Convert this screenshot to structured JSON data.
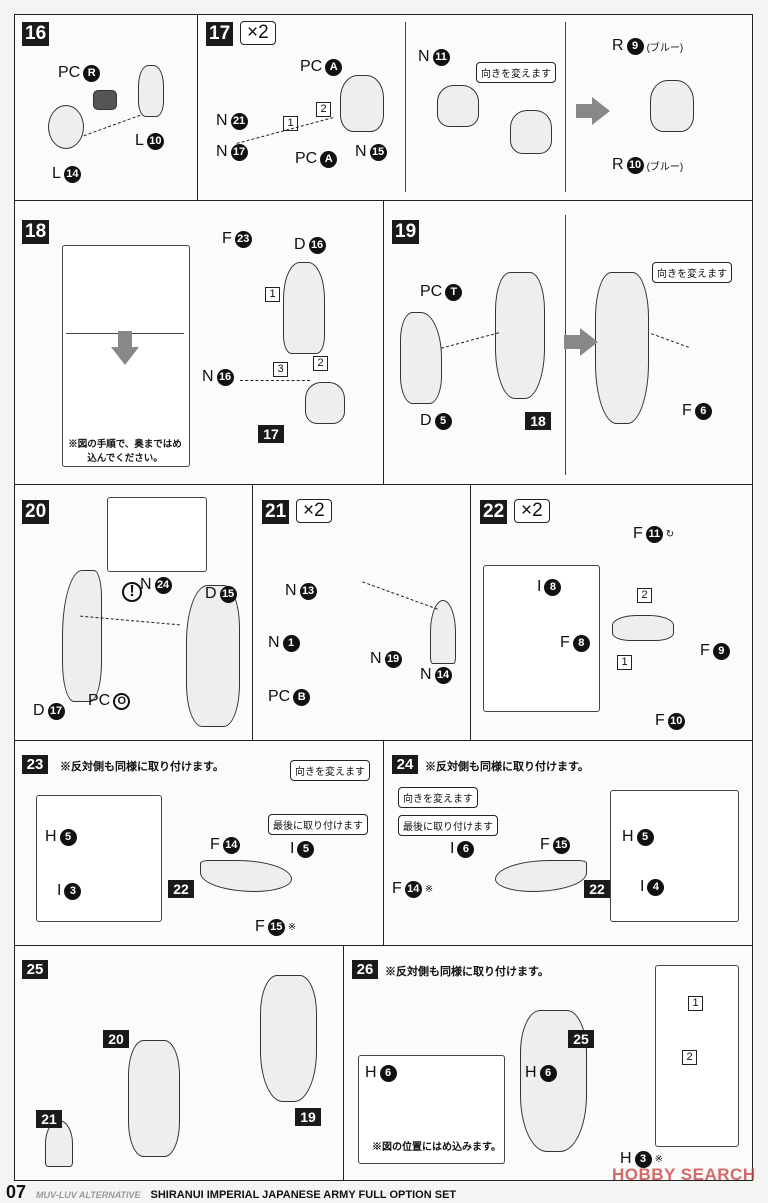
{
  "steps": {
    "s16": "16",
    "s17": "17",
    "s18": "18",
    "s19": "19",
    "s20": "20",
    "s21": "21",
    "s22": "22",
    "s23": "23",
    "s24": "24",
    "s25": "25",
    "s26": "26",
    "x2": "×2"
  },
  "p16": [
    {
      "pre": "PC",
      "num": "R"
    },
    {
      "pre": "L",
      "num": "10"
    },
    {
      "pre": "L",
      "num": "14"
    }
  ],
  "p17": [
    {
      "pre": "PC",
      "num": "A"
    },
    {
      "pre": "N",
      "num": "21"
    },
    {
      "pre": "N",
      "num": "17"
    },
    {
      "pre": "PC",
      "num": "A"
    },
    {
      "pre": "N",
      "num": "15"
    },
    {
      "pre": "N",
      "num": "11"
    },
    {
      "pre": "R",
      "num": "9",
      "suf": "(ブルー)"
    },
    {
      "pre": "R",
      "num": "10",
      "suf": "(ブルー)"
    }
  ],
  "p18": [
    {
      "pre": "F",
      "num": "23"
    },
    {
      "pre": "D",
      "num": "16"
    },
    {
      "pre": "N",
      "num": "16"
    }
  ],
  "p19": [
    {
      "pre": "PC",
      "num": "T"
    },
    {
      "pre": "D",
      "num": "5"
    },
    {
      "pre": "F",
      "num": "6"
    }
  ],
  "p20": [
    {
      "pre": "N",
      "num": "24"
    },
    {
      "pre": "D",
      "num": "15"
    },
    {
      "pre": "D",
      "num": "17"
    },
    {
      "pre": "PC",
      "num": "O"
    }
  ],
  "p21": [
    {
      "pre": "N",
      "num": "13"
    },
    {
      "pre": "N",
      "num": "1"
    },
    {
      "pre": "N",
      "num": "19"
    },
    {
      "pre": "N",
      "num": "14"
    },
    {
      "pre": "PC",
      "num": "B"
    }
  ],
  "p22": [
    {
      "pre": "F",
      "num": "11",
      "suf": "↻"
    },
    {
      "pre": "F",
      "num": "9"
    },
    {
      "pre": "I",
      "num": "8"
    },
    {
      "pre": "F",
      "num": "8"
    },
    {
      "pre": "F",
      "num": "10"
    }
  ],
  "p23": [
    {
      "pre": "H",
      "num": "5"
    },
    {
      "pre": "I",
      "num": "3"
    },
    {
      "pre": "F",
      "num": "14"
    },
    {
      "pre": "I",
      "num": "5"
    },
    {
      "pre": "F",
      "num": "15",
      "suf": "※"
    }
  ],
  "p24": [
    {
      "pre": "I",
      "num": "6"
    },
    {
      "pre": "F",
      "num": "15"
    },
    {
      "pre": "F",
      "num": "14",
      "suf": "※"
    },
    {
      "pre": "H",
      "num": "5"
    },
    {
      "pre": "I",
      "num": "4"
    }
  ],
  "p26": [
    {
      "pre": "H",
      "num": "6"
    },
    {
      "pre": "H",
      "num": "6"
    },
    {
      "pre": "H",
      "num": "3",
      "suf": "※"
    }
  ],
  "order": {
    "one": "1",
    "two": "2",
    "three": "3"
  },
  "callouts": {
    "turn": "向きを変えます",
    "last": "最後に取り付けます"
  },
  "notes": {
    "push_in": "※図の手順で、奥まではめ込んでください。",
    "same_other_side": "※反対側も同様に取り付けます。",
    "fit_position": "※図の位置にはめ込みます。",
    "caution": "!"
  },
  "refs": {
    "r17": "17",
    "r18": "18",
    "r22": "22",
    "r20": "20",
    "r21": "21",
    "r19": "19",
    "r25": "25"
  },
  "watermark": "HOBBY SEARCH",
  "footer": {
    "page": "07",
    "series": "MUV-LUV ALTERNATIVE",
    "title": "SHIRANUI IMPERIAL JAPANESE ARMY FULL OPTION SET"
  }
}
